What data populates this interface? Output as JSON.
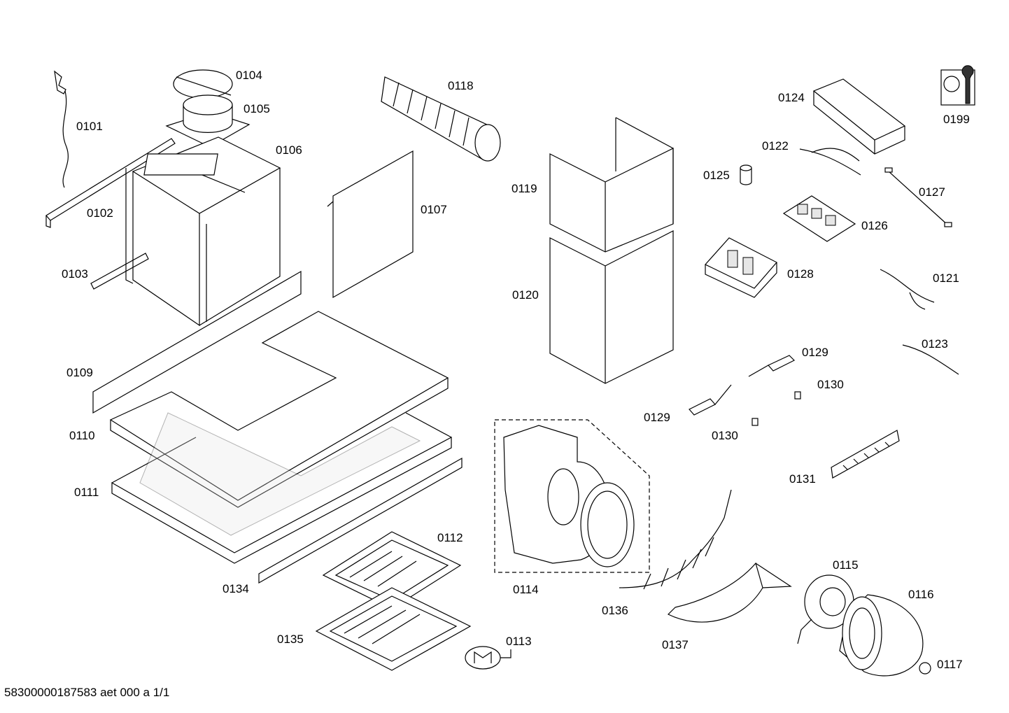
{
  "document_code": "58300000187583 aet 000 a 1/1",
  "parts": [
    {
      "id": "p0101",
      "label": "0101"
    },
    {
      "id": "p0102",
      "label": "0102"
    },
    {
      "id": "p0103",
      "label": "0103"
    },
    {
      "id": "p0104",
      "label": "0104"
    },
    {
      "id": "p0105",
      "label": "0105"
    },
    {
      "id": "p0106",
      "label": "0106"
    },
    {
      "id": "p0107",
      "label": "0107"
    },
    {
      "id": "p0109",
      "label": "0109"
    },
    {
      "id": "p0110",
      "label": "0110"
    },
    {
      "id": "p0111",
      "label": "0111"
    },
    {
      "id": "p0112",
      "label": "0112"
    },
    {
      "id": "p0113",
      "label": "0113"
    },
    {
      "id": "p0114",
      "label": "0114"
    },
    {
      "id": "p0115",
      "label": "0115"
    },
    {
      "id": "p0116",
      "label": "0116"
    },
    {
      "id": "p0117",
      "label": "0117"
    },
    {
      "id": "p0118",
      "label": "0118"
    },
    {
      "id": "p0119",
      "label": "0119"
    },
    {
      "id": "p0120",
      "label": "0120"
    },
    {
      "id": "p0121",
      "label": "0121"
    },
    {
      "id": "p0122",
      "label": "0122"
    },
    {
      "id": "p0123",
      "label": "0123"
    },
    {
      "id": "p0124",
      "label": "0124"
    },
    {
      "id": "p0125",
      "label": "0125"
    },
    {
      "id": "p0126",
      "label": "0126"
    },
    {
      "id": "p0127",
      "label": "0127"
    },
    {
      "id": "p0128",
      "label": "0128"
    },
    {
      "id": "p0129a",
      "label": "0129"
    },
    {
      "id": "p0129b",
      "label": "0129"
    },
    {
      "id": "p0130a",
      "label": "0130"
    },
    {
      "id": "p0130b",
      "label": "0130"
    },
    {
      "id": "p0131",
      "label": "0131"
    },
    {
      "id": "p0134",
      "label": "0134"
    },
    {
      "id": "p0135",
      "label": "0135"
    },
    {
      "id": "p0136",
      "label": "0136"
    },
    {
      "id": "p0137",
      "label": "0137"
    },
    {
      "id": "p0199",
      "label": "0199"
    }
  ]
}
